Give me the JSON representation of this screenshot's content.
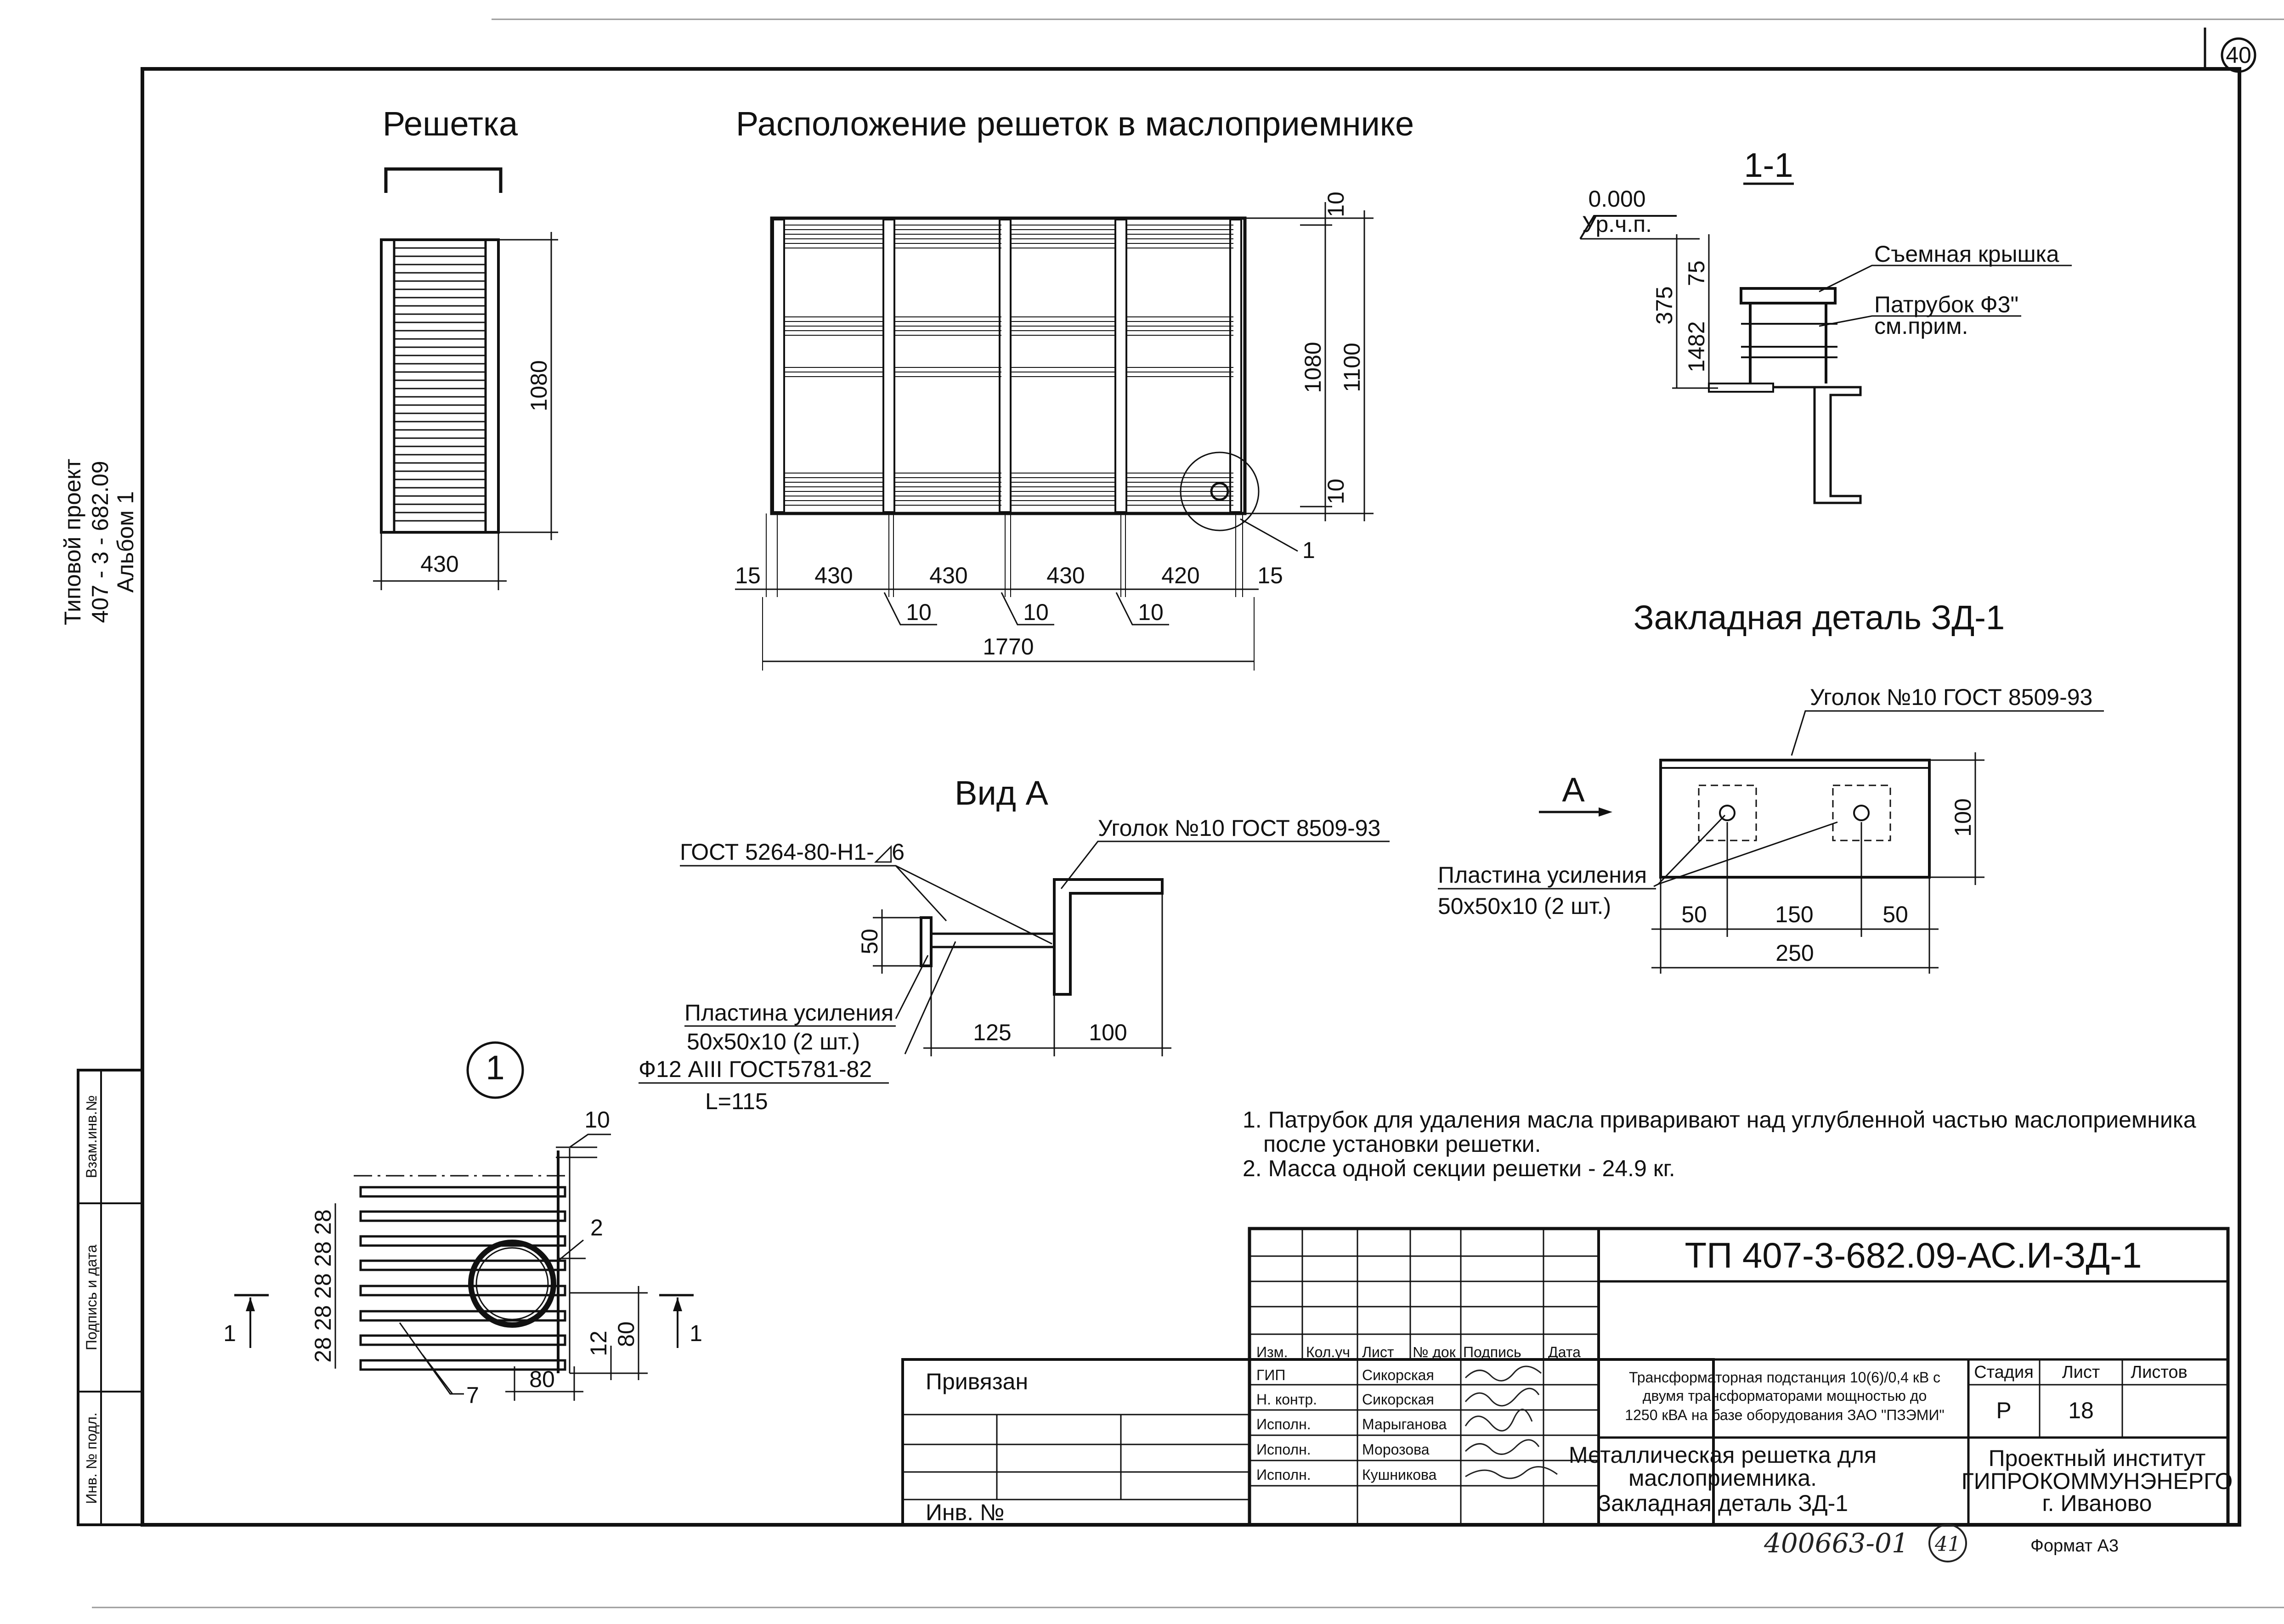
{
  "sheet": {
    "sheet_circle": "40",
    "format": "Формат А3"
  },
  "project": {
    "line1": "Типовой проект",
    "line2": "407 - 3 - 682.09",
    "line3": "Альбом 1"
  },
  "grate": {
    "title": "Решетка",
    "dim_height": "1080",
    "dim_width": "430"
  },
  "layout": {
    "title": "Расположение решеток в маслоприемнике",
    "dims_bottom": [
      "15",
      "430",
      "430",
      "430",
      "420",
      "15"
    ],
    "dims_gap": [
      "10",
      "10",
      "10"
    ],
    "dim_total": "1770",
    "dims_right": {
      "top": "10",
      "mid": "1080",
      "total": "1100",
      "bottom": "10"
    },
    "callout": "1"
  },
  "section11": {
    "title": "1-1",
    "level": "0.000",
    "level_label": "Ур.ч.п.",
    "dims": [
      "375",
      "75",
      "1482"
    ],
    "cover": "Съемная крышка",
    "pipe": "Патрубок Ф3\"",
    "pipe_note": "см.прим."
  },
  "embed": {
    "title": "Закладная деталь ЗД-1",
    "angle": "Уголок №10 ГОСТ 8509-93",
    "view_arrow": "А",
    "dim_height": "100",
    "plate": "Пластина усиления",
    "plate_size": "50х50х10 (2 шт.)",
    "dims": [
      "50",
      "150",
      "50"
    ],
    "dim_total": "250"
  },
  "viewA": {
    "title": "Вид А",
    "weld": "ГОСТ 5264-80-Н1-◿6",
    "angle": "Уголок №10 ГОСТ 8509-93",
    "dim_plate": "50",
    "plate": "Пластина усиления",
    "plate_size": "50х50х10 (2 шт.)",
    "bar": "Ф12 АIII ГОСТ5781-82",
    "bar_len": "L=115",
    "dims": [
      "125",
      "100"
    ]
  },
  "detail1": {
    "circle": "1",
    "dim_top": "10",
    "spacing": "28 28 28 28 28",
    "dim_12": "12",
    "dim_80v": "80",
    "dim_80h": "80",
    "marker2": "2",
    "marker7": "7",
    "cut_left": "1",
    "cut_right": "1"
  },
  "notes": [
    "1. Патрубок для удаления масла приваривают над углубленной частью маслоприемника",
    "после установки решетки.",
    "2. Масса одной секции решетки - 24.9 кг."
  ],
  "stamp": {
    "left_col": [
      "Взам.инв.№",
      "Подпись и дата",
      "Инв. № подл."
    ],
    "bound": "Привязан",
    "inv": "Инв. №",
    "code": "ТП 407-3-682.09-АС.И-ЗД-1",
    "headers": [
      "Изм.",
      "Кол.уч",
      "Лист",
      "№ док",
      "Подпись",
      "Дата"
    ],
    "roles": [
      "ГИП",
      "Н. контр.",
      "Исполн.",
      "Исполн.",
      "Исполн."
    ],
    "names": [
      "Сикорская",
      "Сикорская",
      "Марыганова",
      "Морозова",
      "Кушникова"
    ],
    "object": [
      "Трансформаторная подстанция 10(6)/0,4 кВ с",
      "двумя трансформаторами мощностью до",
      "1250 кВА на базе оборудования ЗАО \"ПЗЭМИ\""
    ],
    "stage_h": "Стадия",
    "sheet_h": "Лист",
    "sheets_h": "Листов",
    "stage": "Р",
    "sheet": "18",
    "doc": [
      "Металлическая решетка для",
      "маслоприемника.",
      "Закладная деталь ЗД-1"
    ],
    "org": [
      "Проектный институт",
      "ГИПРОКОММУНЭНЕРГО",
      "г. Иваново"
    ],
    "reg": "400663-01",
    "circle": "41"
  }
}
